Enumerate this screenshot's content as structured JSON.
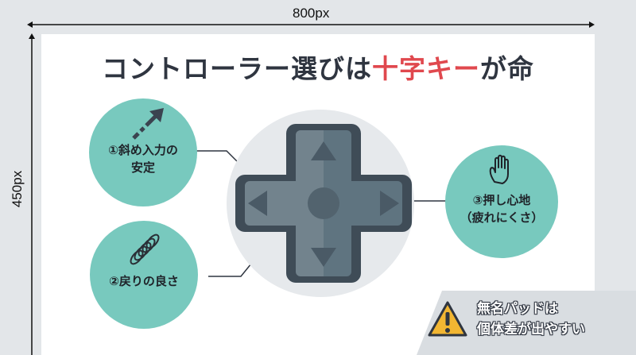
{
  "dimensions": {
    "width_label": "800px",
    "height_label": "450px"
  },
  "title": {
    "prefix": "コントローラー選びは",
    "accent": "十字キー",
    "suffix": "が命",
    "accent_color": "#e0484e",
    "text_color": "#2f3540"
  },
  "points": [
    {
      "icon": "diagonal-arrow-icon",
      "line1": "①斜め入力の",
      "line2": "安定"
    },
    {
      "icon": "spring-icon",
      "line1": "②戻りの良さ",
      "line2": ""
    },
    {
      "icon": "hand-icon",
      "line1": "③押し心地",
      "line2": "（疲れにくさ）"
    }
  ],
  "center": {
    "icon": "dpad-icon"
  },
  "warning": {
    "icon": "warning-icon",
    "line1": "無名パッドは",
    "line2": "個体差が出やすい"
  },
  "colors": {
    "bubble": "#78c9be",
    "dpad": "#5f7480",
    "dpad_dark": "#3f4c57",
    "warning_yellow": "#f2b632",
    "background": "#e3e6e9"
  }
}
